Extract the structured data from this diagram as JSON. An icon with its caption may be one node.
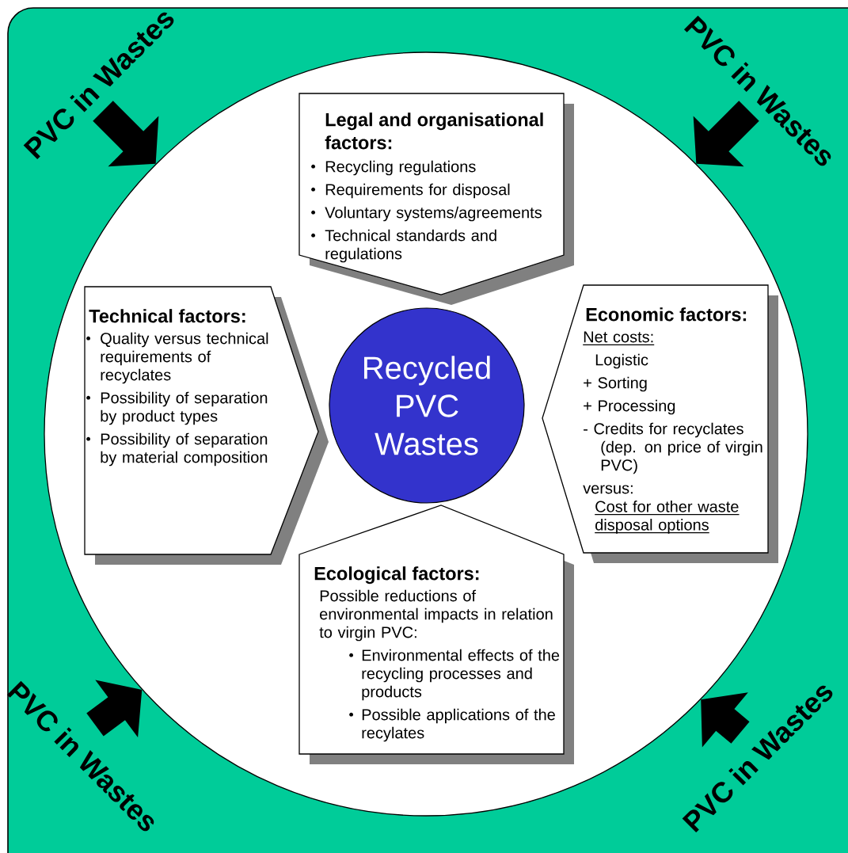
{
  "diagram": {
    "nodes": [
      {
        "text": [
          "PVC in Wastes"
        ]
      },
      {
        "text": [
          "PVC in Wastes"
        ]
      },
      {
        "text": [],
        "shape": "circle"
      },
      {
        "text": [
          "Legal and organisational factors:",
          "Recycling regulations",
          "Requirements for disposal",
          "Voluntary systems/agreements",
          "Technical standards and regulations"
        ],
        "in": 2
      },
      {
        "text": [
          "Technical factors:",
          "Quality versus technical requirements of recyclates",
          "Possibility of separation by product types",
          "Possibility of separation by material composition"
        ],
        "in": 2
      },
      {
        "text": [
          "Recycled PVC Wastes"
        ],
        "in": 2
      },
      {
        "text": [
          "Economic factors:",
          "Net costs:",
          "Logistic",
          "+ Sorting",
          "+ Processing",
          "- Credits for recyclates (dep. on price of virgin PVC)",
          "versus:",
          "Cost for other waste disposal options"
        ],
        "in": 2
      },
      {
        "text": [
          "Ecological factors:",
          "Possible reductions of environmental impacts in relation to virgin PVC:",
          "Environmental effects of the recycling processes and products",
          "Possible applications of the recylates"
        ],
        "in": 2
      },
      {
        "text": [
          "PVC in Wastes"
        ]
      },
      {
        "text": [
          "PVC in Wastes"
        ]
      }
    ],
    "edges": [
      {
        "from": 0,
        "to": 2,
        "arrow": "to"
      },
      {
        "from": 1,
        "to": 2,
        "arrow": "to"
      },
      {
        "from": 8,
        "to": 2,
        "arrow": "to"
      },
      {
        "from": 9,
        "to": 2,
        "arrow": "to"
      }
    ]
  }
}
